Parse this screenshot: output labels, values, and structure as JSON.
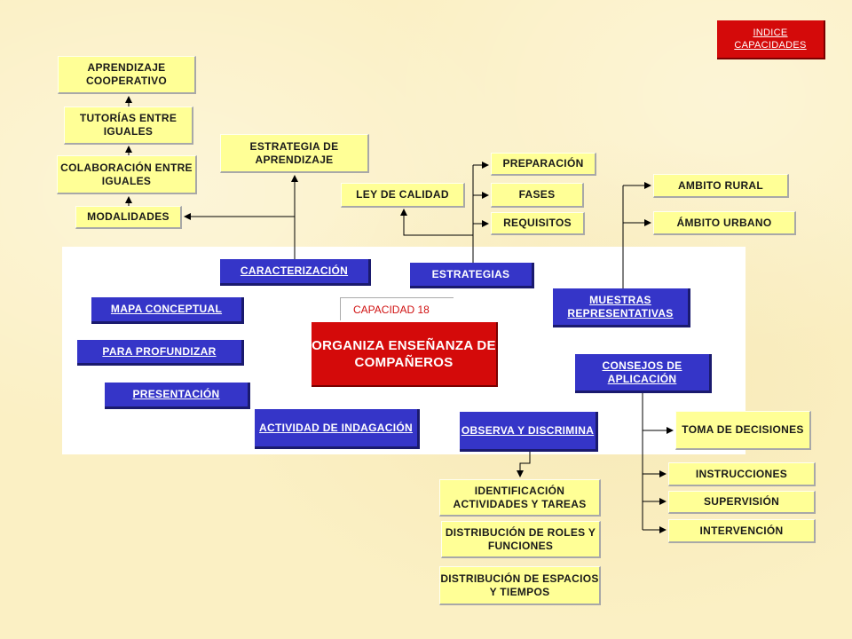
{
  "index_button": {
    "label": "INDICE CAPACIDADES"
  },
  "center": {
    "capacity_label": "CAPACIDAD  18",
    "title": "ORGANIZA ENSEÑANZA DE COMPAÑEROS"
  },
  "blue_links": {
    "caracterizacion": "CARACTERIZACIÓN",
    "estrategias": "ESTRATEGIAS",
    "mapa_conceptual": "MAPA CONCEPTUAL",
    "para_profundizar": "PARA PROFUNDIZAR",
    "presentacion": "PRESENTACIÓN",
    "actividad_indagacion": "ACTIVIDAD DE INDAGACIÓN",
    "observa_discrimina": "OBSERVA Y DISCRIMINA",
    "muestras_representativas": "MUESTRAS REPRESENTATIVAS",
    "consejos_aplicacion": "CONSEJOS DE APLICACIÓN"
  },
  "yellow_nodes": {
    "aprendizaje_cooperativo": "APRENDIZAJE COOPERATIVO",
    "tutorias": "TUTORÍAS ENTRE IGUALES",
    "colaboracion": "COLABORACIÓN ENTRE IGUALES",
    "modalidades": "MODALIDADES",
    "estrategia_aprendizaje": "ESTRATEGIA DE APRENDIZAJE",
    "ley_calidad": "LEY DE CALIDAD",
    "preparacion": "PREPARACIÓN",
    "fases": "FASES",
    "requisitos": "REQUISITOS",
    "ambito_rural": "AMBITO RURAL",
    "ambito_urbano": "ÁMBITO URBANO",
    "toma_decisiones": "TOMA DE DECISIONES",
    "instrucciones": "INSTRUCCIONES",
    "supervision": "SUPERVISIÓN",
    "intervencion": "INTERVENCIÓN",
    "identificacion": "IDENTIFICACIÓN ACTIVIDADES Y TAREAS",
    "distribucion_roles": "DISTRIBUCIÓN DE ROLES Y FUNCIONES",
    "distribucion_espacios": "DISTRIBUCIÓN DE ESPACIOS Y TIEMPOS"
  },
  "colors": {
    "yellow_box": "#ffff96",
    "blue_box": "#3535c8",
    "red_box": "#d40a0a",
    "background": "#fbf0c4"
  }
}
